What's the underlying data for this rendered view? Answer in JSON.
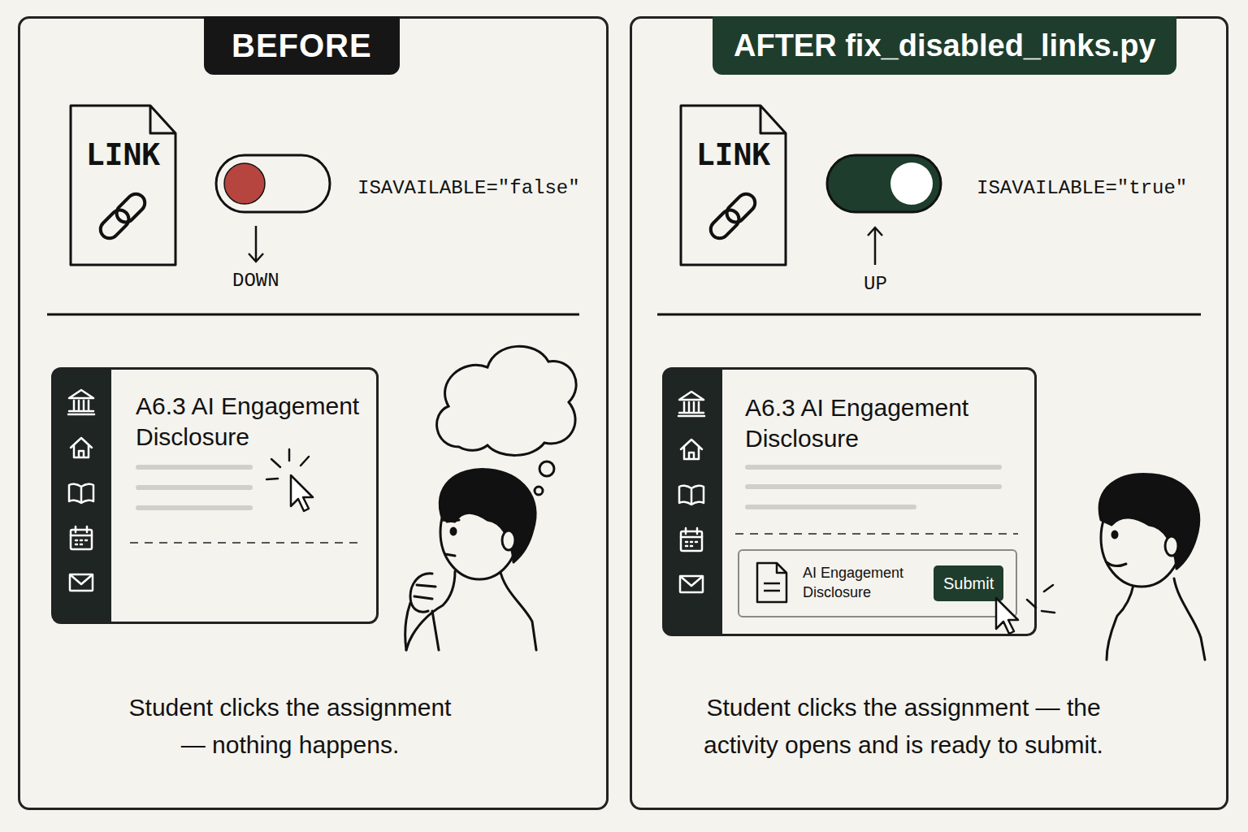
{
  "diagram": {
    "nodes": [
      {
        "text": [
          "BEFORE",
          "Student clicks the assignment — nothing happens."
        ]
      },
      {
        "text": [
          "LINK"
        ],
        "in": 0
      },
      {
        "text": [
          "A6.3 AI Engagement Disclosure"
        ],
        "in": 0
      },
      {
        "text": [
          "AFTER fix_disabled_links.py",
          "Student clicks the assignment — the activity opens and is ready to submit."
        ]
      },
      {
        "text": [
          "LINK"
        ],
        "in": 3
      },
      {
        "text": [
          "A6.3 AI Engagement Disclosure"
        ],
        "in": 3
      },
      {
        "text": [
          "AI Engagement Disclosure"
        ],
        "in": 5
      },
      {
        "text": [
          "Submit"
        ],
        "in": 6
      }
    ],
    "labels": [
      "ISAVAILABLE=\"false\"",
      "DOWN",
      "ISAVAILABLE=\"true\"",
      "UP"
    ]
  }
}
